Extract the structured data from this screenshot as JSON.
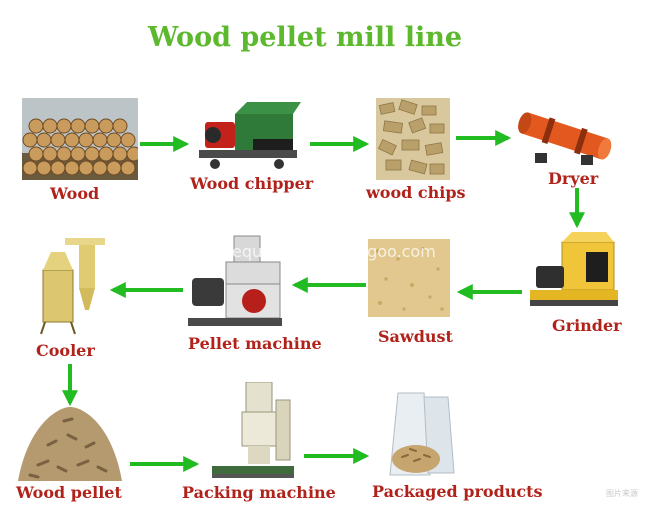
{
  "title": "Wood pellet mill line",
  "watermark": "equipment.troissgoo.com",
  "corner_mark": "图片来源",
  "colors": {
    "title": "#5cb82d",
    "label": "#b0221a",
    "arrow": "#22bb22",
    "watermark": "#ffffff"
  },
  "nodes": [
    {
      "id": "wood",
      "label": "Wood"
    },
    {
      "id": "wood-chipper",
      "label": "Wood chipper"
    },
    {
      "id": "wood-chips",
      "label": "wood chips"
    },
    {
      "id": "dryer",
      "label": "Dryer"
    },
    {
      "id": "grinder",
      "label": "Grinder"
    },
    {
      "id": "sawdust",
      "label": "Sawdust"
    },
    {
      "id": "pellet-machine",
      "label": "Pellet machine"
    },
    {
      "id": "cooler",
      "label": "Cooler"
    },
    {
      "id": "wood-pellet",
      "label": "Wood pellet"
    },
    {
      "id": "packing-machine",
      "label": "Packing machine"
    },
    {
      "id": "packaged-products",
      "label": "Packaged products"
    }
  ],
  "flow": [
    [
      "wood",
      "wood-chipper"
    ],
    [
      "wood-chipper",
      "wood-chips"
    ],
    [
      "wood-chips",
      "dryer"
    ],
    [
      "dryer",
      "grinder"
    ],
    [
      "grinder",
      "sawdust"
    ],
    [
      "sawdust",
      "pellet-machine"
    ],
    [
      "pellet-machine",
      "cooler"
    ],
    [
      "cooler",
      "wood-pellet"
    ],
    [
      "wood-pellet",
      "packing-machine"
    ],
    [
      "packing-machine",
      "packaged-products"
    ]
  ]
}
